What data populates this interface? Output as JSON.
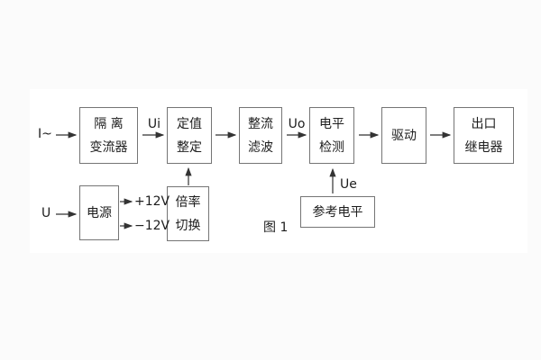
{
  "figure": {
    "caption": "图 1",
    "inputs": {
      "current": "I~",
      "voltage": "U"
    },
    "signals": {
      "ui": "Ui",
      "uo": "Uo",
      "ue": "Ue",
      "rail_pos": "+12V",
      "rail_neg": "−12V"
    },
    "blocks": {
      "isolation": {
        "line1": "隔 离",
        "line2": "变流器"
      },
      "setting": {
        "line1": "定值",
        "line2": "整定"
      },
      "rectify": {
        "line1": "整流",
        "line2": "滤波"
      },
      "level": {
        "line1": "电平",
        "line2": "检测"
      },
      "drive": {
        "line1": "驱动"
      },
      "output": {
        "line1": "出口",
        "line2": "继电器"
      },
      "power": {
        "line1": "电源"
      },
      "ratio": {
        "line1": "倍率",
        "line2": "切换"
      },
      "reference": {
        "line1": "参考电平"
      }
    },
    "colors": {
      "page_bg": "#fbfbfb",
      "canvas_bg": "#ffffff",
      "box_border": "#757575",
      "line": "#333333",
      "text": "#1d1d1d"
    }
  }
}
